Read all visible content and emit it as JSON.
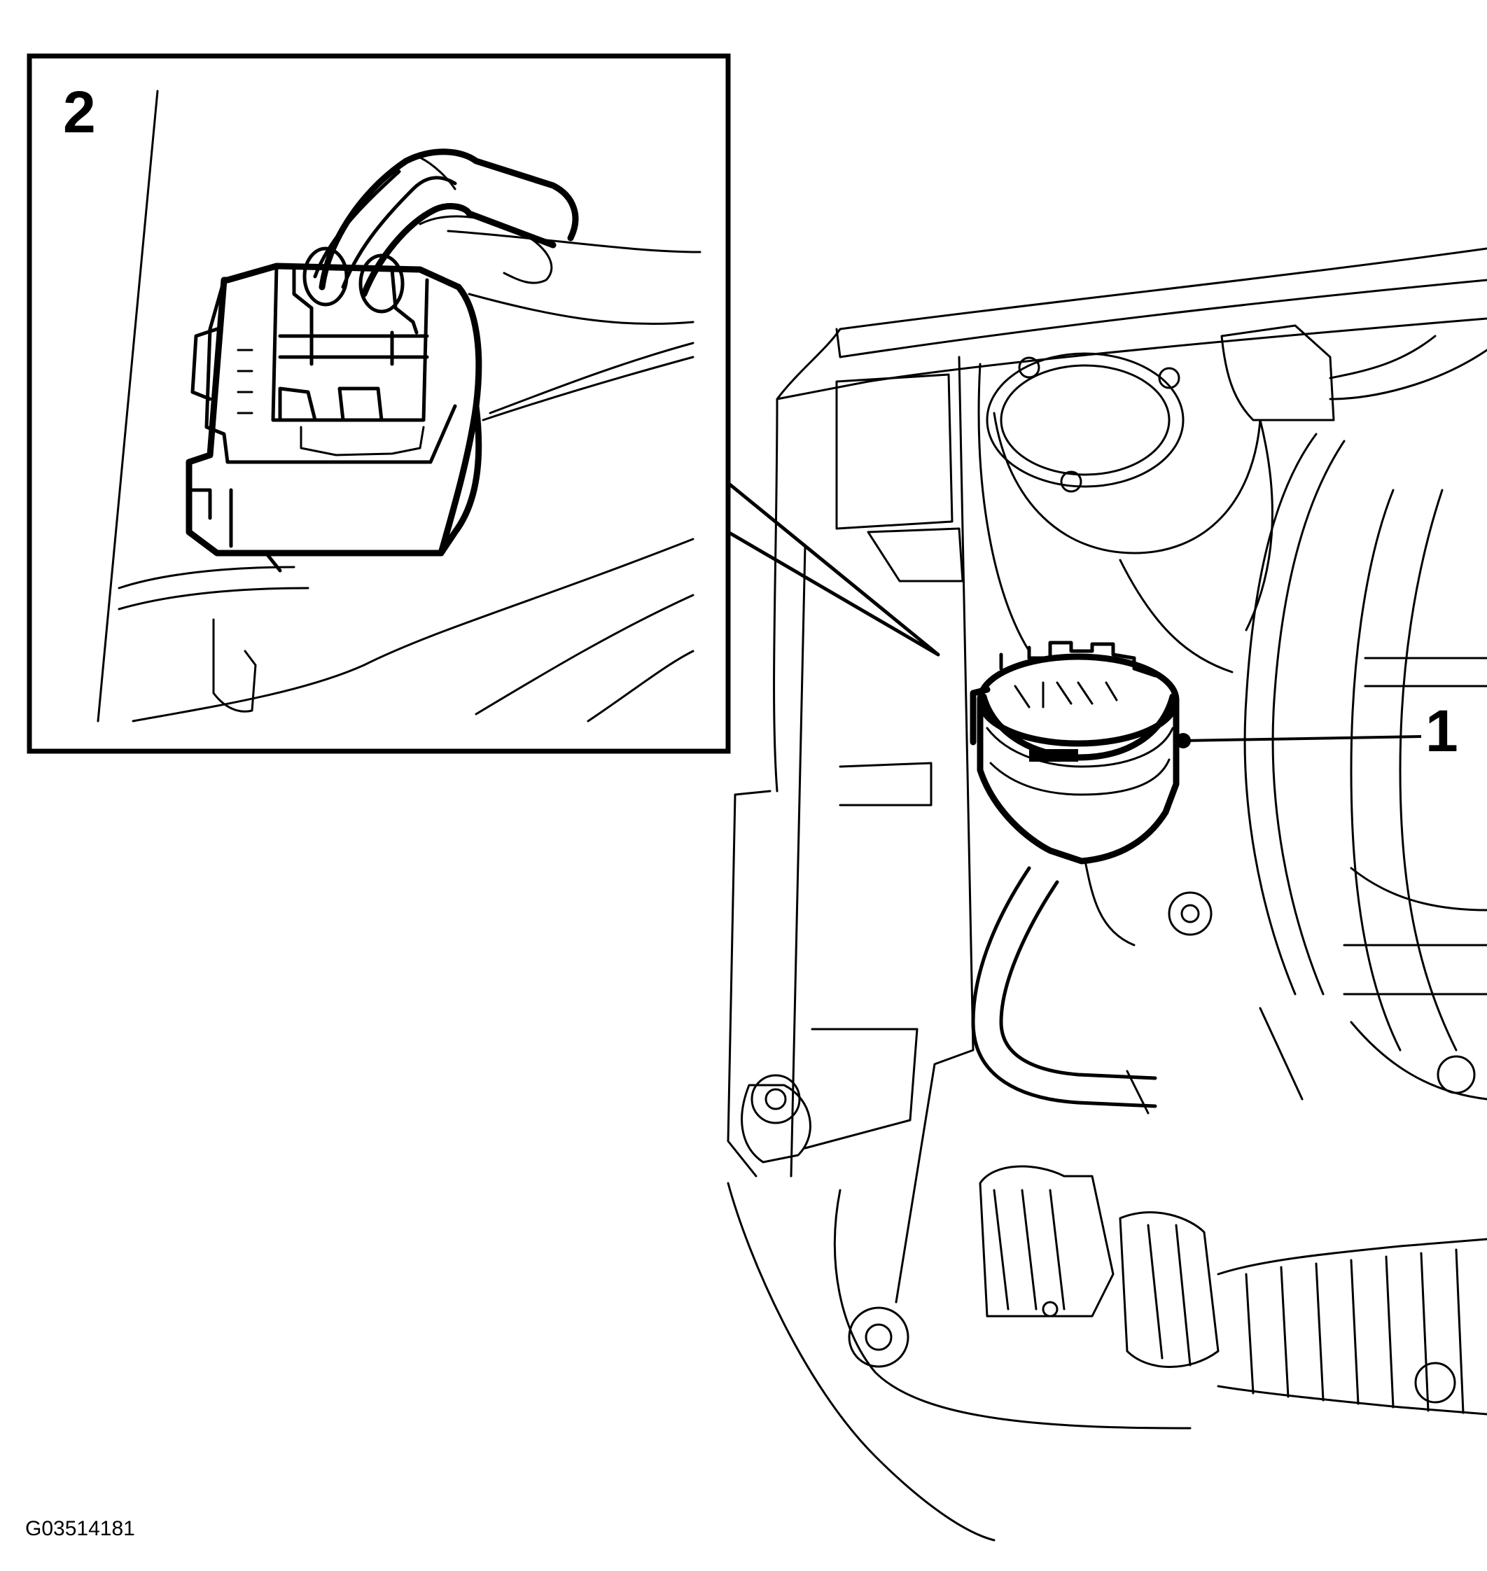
{
  "callouts": {
    "one": "1",
    "two": "2"
  },
  "figure_id": "G03514181",
  "colors": {
    "line": "#000000",
    "background": "#ffffff"
  }
}
